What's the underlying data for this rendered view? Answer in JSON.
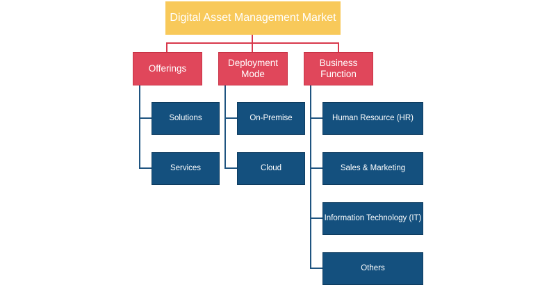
{
  "diagram": {
    "root": {
      "label": "Digital Asset Management Market"
    },
    "categories": [
      {
        "label": "Offerings",
        "children": [
          "Solutions",
          "Services"
        ]
      },
      {
        "label": "Deployment Mode",
        "children": [
          "On-Premise",
          "Cloud"
        ]
      },
      {
        "label": "Business Function",
        "children": [
          "Human Resource (HR)",
          "Sales & Marketing",
          "Information Technology (IT)",
          "Others"
        ]
      }
    ]
  },
  "colors": {
    "root_fill": "#f8c95a",
    "category_fill": "#e0475b",
    "leaf_fill": "#14507e",
    "connector_red": "#d8394c",
    "connector_blue": "#1f5480"
  }
}
